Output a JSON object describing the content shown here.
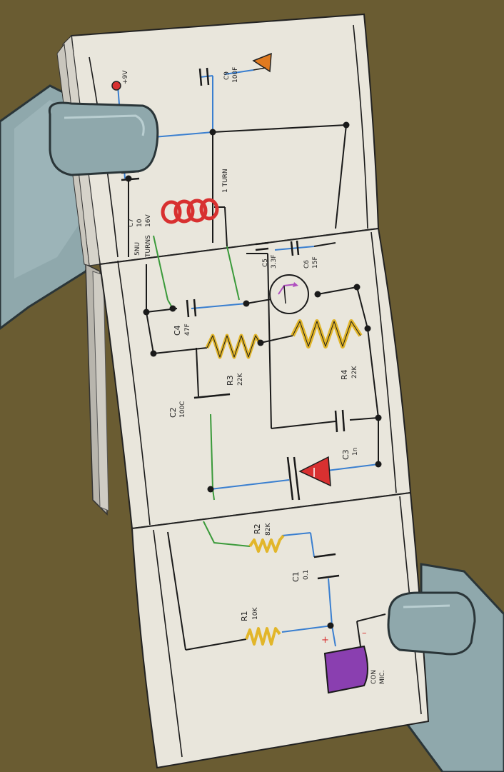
{
  "colors": {
    "background": "#6a5c32",
    "paper": "#e9e6dc",
    "paper_edge": "#b8b5ad",
    "robot_hand": "#8fa8ac",
    "wire_black": "#1a1a1a",
    "wire_blue": "#3a7fd0",
    "wire_green": "#3a9a3a",
    "resistor": "#e2b62a",
    "inductor": "#d83030",
    "diode": "#d83030",
    "antenna": "#e07a20",
    "microphone": "#8a3fb0",
    "transistor_arrow": "#b050c0"
  },
  "labels": {
    "supply": "+9V",
    "c9": "C9",
    "c9_value": "100F",
    "c7": "C7",
    "c7_value": "10",
    "c7_voltage": "16V",
    "one_turn": "1 TURN",
    "five_turns_a": "5NU",
    "five_turns_b": "TURNS",
    "c5": "C5",
    "c5_value": "3.3F",
    "c6": "C6",
    "c6_value": "15F",
    "c4": "C4",
    "c4_value": "47F",
    "r3": "R3",
    "r3_value": "22K",
    "r4": "R4",
    "r4_value": "22K",
    "c2": "C2",
    "c2_value": "100C",
    "c3": "C3",
    "c3_value": "1n",
    "r2": "R2",
    "r2_value": "82K",
    "c1": "C1",
    "c1_value": "0.1",
    "r1": "R1",
    "r1_value": "10K",
    "plus": "+",
    "minus": "–",
    "mic_a": "CON",
    "mic_b": "MIC."
  }
}
